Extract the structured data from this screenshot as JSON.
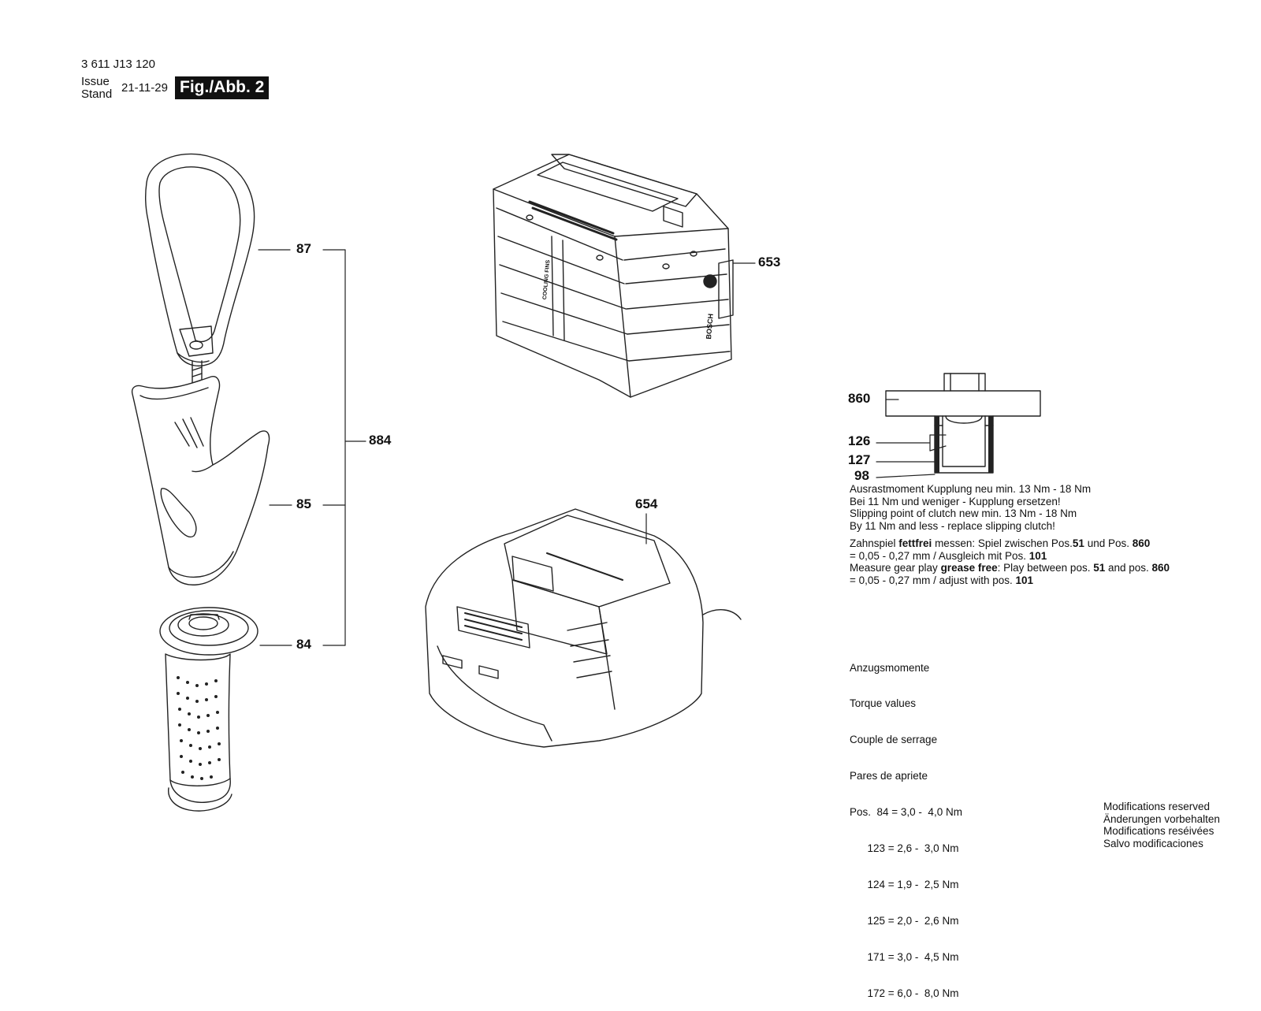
{
  "header": {
    "part_number": "3 611 J13 120",
    "issue_label_en": "Issue",
    "issue_label_de": "Stand",
    "issue_date": "21-11-29",
    "figure_label": "Fig./Abb. 2"
  },
  "callouts": {
    "c87": "87",
    "c85": "85",
    "c84": "84",
    "c884": "884",
    "c653": "653",
    "c654": "654",
    "c860": "860",
    "c126": "126",
    "c127": "127",
    "c98": "98"
  },
  "clutch_note": {
    "line1": "Ausrastmoment Kupplung neu min. 13 Nm - 18 Nm",
    "line2": "Bei 11 Nm und weniger - Kupplung ersetzen!",
    "line3": "Slipping point of clutch new min. 13 Nm - 18 Nm",
    "line4": "By 11 Nm and less - replace slipping clutch!"
  },
  "gear_note": {
    "de_a": "Zahnspiel ",
    "de_bold": "fettfrei",
    "de_b": " messen: Spiel zwischen Pos.",
    "de_p1": "51",
    "de_c": " und Pos. ",
    "de_p2": "860",
    "de_line2a": "= 0,05 - 0,27 mm / Ausgleich mit Pos. ",
    "de_p3": "101",
    "en_a": "Measure gear play ",
    "en_bold": "grease free",
    "en_b": ": Play between pos. ",
    "en_p1": "51",
    "en_c": " and pos. ",
    "en_p2": "860",
    "en_line2a": "= 0,05 - 0,27 mm / adjust with pos. ",
    "en_p3": "101"
  },
  "torque": {
    "title_de": "Anzugsmomente",
    "title_en": "Torque values",
    "title_fr": "Couple de serrage",
    "title_es": "Pares de apriete",
    "rows": [
      "Pos.  84 = 3,0 -  4,0 Nm",
      "      123 = 2,6 -  3,0 Nm",
      "      124 = 1,9 -  2,5 Nm",
      "      125 = 2,0 -  2,6 Nm",
      "      171 = 3,0 -  4,5 Nm",
      "      172 = 6,0 -  8,0 Nm"
    ]
  },
  "footer": {
    "line_en": "Modifications reserved",
    "line_de": "Änderungen vorbehalten",
    "line_fr": "Modifications reséivées",
    "line_es": "Salvo modificaciones"
  },
  "battery_labels": {
    "cooling": "COOLING FINS",
    "brand": "BOSCH"
  }
}
